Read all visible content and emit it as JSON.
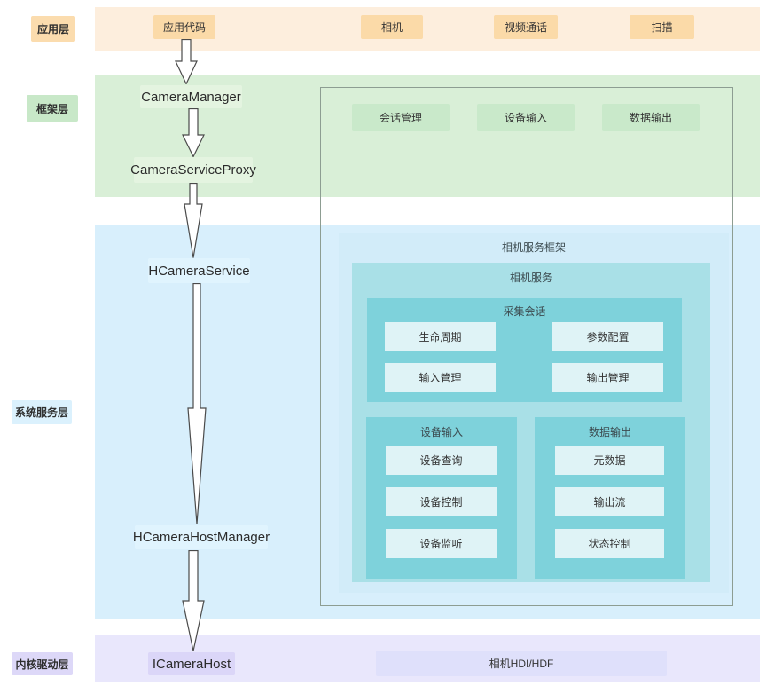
{
  "colors": {
    "app_band": "#fdeedd",
    "app_box": "#fbdaa8",
    "framework_band": "#d9efd7",
    "framework_module": "#c9e9ca",
    "framework_node": "#e4f4e0",
    "system_band": "#d8effc",
    "system_node": "#e0f4fe",
    "teal_outer": "#d2ecf9",
    "teal_mid": "#a9e0e7",
    "teal_inner": "#7ed2db",
    "teal_item": "#dff3f6",
    "kernel_band": "#e9e7fc",
    "kernel_node": "#dbd6f8",
    "outline_border": "#8d9d92",
    "arrow_outline": "#4a4a4a"
  },
  "layers": {
    "app": {
      "label": "应用层",
      "code_box": "应用代码",
      "camera_box": "相机",
      "video_call_box": "视频通话",
      "scan_box": "扫描"
    },
    "framework": {
      "label": "框架层",
      "camera_manager": "CameraManager",
      "camera_service_proxy": "CameraServiceProxy",
      "session_mgmt": "会话管理",
      "device_input": "设备输入",
      "data_output": "数据输出"
    },
    "system": {
      "label": "系统服务层",
      "hcamera_service": "HCameraService",
      "hcamera_host_manager": "HCameraHostManager",
      "framework_box_title": "相机服务框架",
      "service_box_title": "相机服务",
      "session": {
        "title": "采集会话",
        "items": [
          "生命周期",
          "参数配置",
          "输入管理",
          "输出管理"
        ]
      },
      "device_input_panel": {
        "title": "设备输入",
        "items": [
          "设备查询",
          "设备控制",
          "设备监听"
        ]
      },
      "data_output_panel": {
        "title": "数据输出",
        "items": [
          "元数据",
          "输出流",
          "状态控制"
        ]
      }
    },
    "kernel": {
      "label": "内核驱动层",
      "icamera_host": "ICameraHost",
      "hdi_box": "相机HDI/HDF"
    }
  }
}
